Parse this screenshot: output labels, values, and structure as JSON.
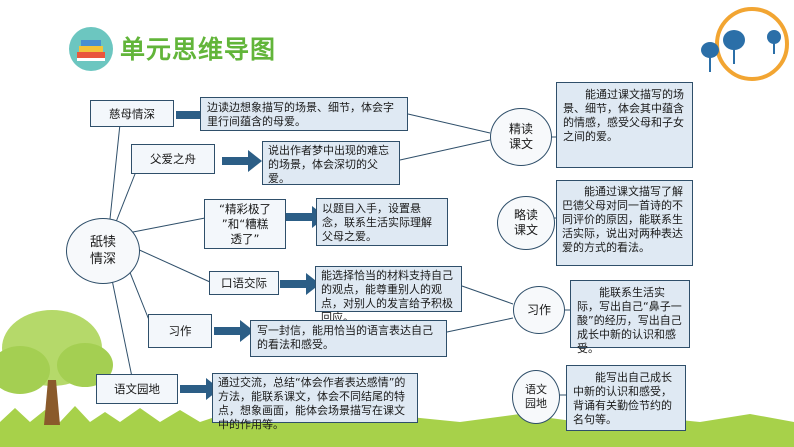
{
  "header": {
    "title": "单元思维导图"
  },
  "center_node": {
    "label": "舐犊\n情深"
  },
  "topics": [
    {
      "label": "慈母情深"
    },
    {
      "label": "父爱之舟"
    },
    {
      "label": "“精彩极了\n”和“糟糕\n透了”"
    },
    {
      "label": "口语交际"
    },
    {
      "label": "习作"
    },
    {
      "label": "语文园地"
    }
  ],
  "details": [
    {
      "text": "边读边想象描写的场景、细节，体会字里行间蕴含的母爱。"
    },
    {
      "text": "说出作者梦中出现的难忘的场景，体会深切的父爱。"
    },
    {
      "text": "以题目入手，设置悬念，联系生活实际理解父母之爱。"
    },
    {
      "text": "能选择恰当的材料支持自己的观点，能尊重别人的观点，对别人的发言给予积极回应。"
    },
    {
      "text": "写一封信，能用恰当的语言表达自己的看法和感受。"
    },
    {
      "text": "通过交流，总结“体会作者表达感情”的方法，能联系课文，体会不同结尾的特点，想象画面，能体会场景描写在课文中的作用等。"
    }
  ],
  "categories": [
    {
      "label": "精读\n课文"
    },
    {
      "label": "略读\n课文"
    },
    {
      "label": "习作"
    },
    {
      "label": "语文\n园地"
    }
  ],
  "goals": [
    {
      "text": "能通过课文描写的场景、细节，体会其中蕴含的情感，感受父母和子女之间的爱。"
    },
    {
      "text": "能通过课文描写了解巴德父母对同一首诗的不同评价的原因，能联系生活实际，说出对两种表达爱的方式的看法。"
    },
    {
      "text": "能联系生活实际，写出自己“鼻子一酸”的经历，写出自己成长中新的认识和感受。"
    },
    {
      "text": "能写出自己成长中新的认识和感受，背诵有关勤俭节约的名句等。"
    }
  ],
  "colors": {
    "title_green": "#62b53a",
    "arrow_blue": "#2c5e86",
    "box_fill": "#dfe9f3",
    "border": "#2f4f6a"
  }
}
